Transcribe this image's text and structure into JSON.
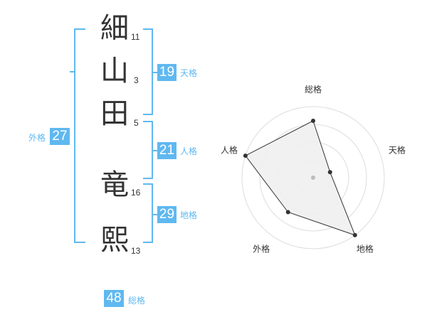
{
  "name": {
    "characters": [
      {
        "char": "細",
        "strokes": "11"
      },
      {
        "char": "山",
        "strokes": "3"
      },
      {
        "char": "田",
        "strokes": "5"
      },
      {
        "char": "竜",
        "strokes": "16"
      },
      {
        "char": "熙",
        "strokes": "13"
      }
    ]
  },
  "fortunes": {
    "tenkaku": {
      "value": "19",
      "label": "天格"
    },
    "jinkaku": {
      "value": "21",
      "label": "人格"
    },
    "chikaku": {
      "value": "29",
      "label": "地格"
    },
    "gaikaku": {
      "value": "27",
      "label": "外格"
    },
    "soukaku": {
      "value": "48",
      "label": "総格"
    }
  },
  "radar": {
    "axes": [
      "総格",
      "天格",
      "地格",
      "外格",
      "人格"
    ],
    "values": [
      0.8,
      0.25,
      1.0,
      0.6,
      1.0
    ],
    "rings": 4,
    "colors": {
      "ring": "#dddddd",
      "fill": "#f0f0f0",
      "line": "#333333",
      "center": "#bbbbbb"
    }
  },
  "colors": {
    "accent": "#5fb8f0",
    "text": "#333333"
  }
}
